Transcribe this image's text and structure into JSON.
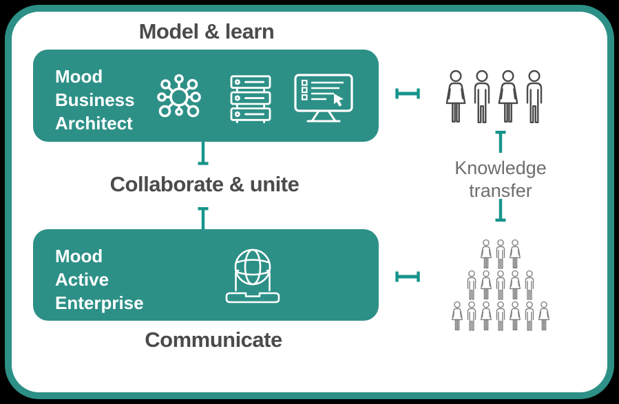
{
  "colors": {
    "accent": "#2D9087",
    "connector": "#17948A",
    "heading": "#4B4B4B",
    "muted_label": "#6E6E6E",
    "box_text": "#FFFFFF",
    "experts_outline": "#4A4A4A",
    "crowd_outline": "#7B7B7B",
    "canvas_bg": "#000000",
    "panel_bg": "#FFFFFF"
  },
  "titles": {
    "top": "Model & learn",
    "middle": "Collaborate & unite",
    "bottom": "Communicate"
  },
  "boxes": {
    "mba": {
      "label_lines": [
        "Mood",
        "Business",
        "Architect"
      ],
      "icons": [
        "network-hub-icon",
        "server-stack-icon",
        "monitor-checklist-icon"
      ]
    },
    "mae": {
      "label_lines": [
        "Mood",
        "Active",
        "Enterprise"
      ],
      "icons": [
        "laptop-globe-icon"
      ]
    }
  },
  "side_label": {
    "lines": [
      "Knowledge",
      "transfer"
    ]
  },
  "people": {
    "experts": [
      "woman",
      "man",
      "woman",
      "man"
    ],
    "crowd_rows": [
      [
        "woman",
        "man",
        "woman"
      ],
      [
        "man",
        "woman",
        "man",
        "woman",
        "man"
      ],
      [
        "woman",
        "man",
        "woman",
        "man",
        "woman",
        "man",
        "woman"
      ]
    ]
  }
}
